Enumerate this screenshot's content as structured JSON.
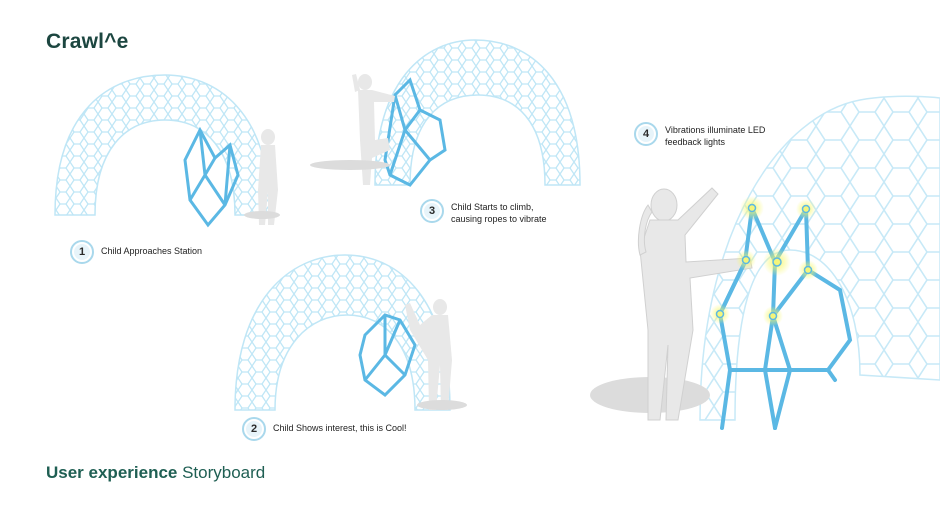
{
  "title": "Crawl^e",
  "footer": {
    "bold": "User experience",
    "regular": " Storyboard"
  },
  "steps": [
    {
      "number": "1",
      "caption": "Child Approaches Station"
    },
    {
      "number": "2",
      "caption": "Child Shows interest, this is Cool!"
    },
    {
      "number": "3",
      "caption": "Child Starts to climb, causing ropes to vibrate"
    },
    {
      "number": "4",
      "caption": "Vibrations illuminate LED feedback lights"
    }
  ],
  "colors": {
    "lattice": "#bfe6f6",
    "rope": "#5bb8e4",
    "silhouette": "#e8e8e8",
    "led": "#f3f57a"
  }
}
